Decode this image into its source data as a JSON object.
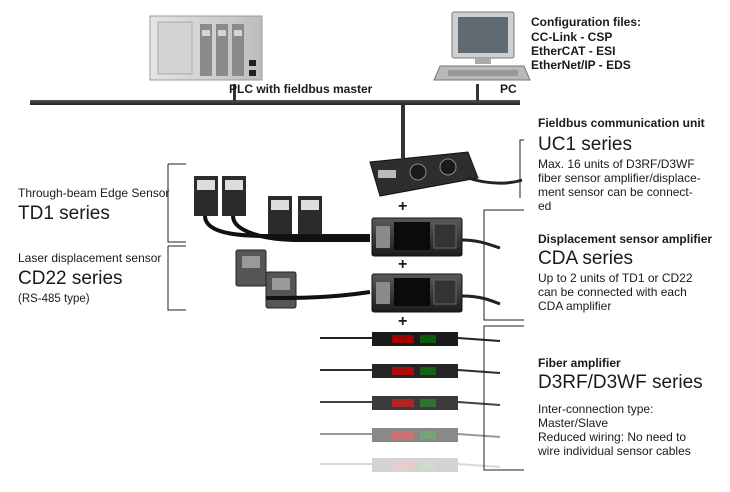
{
  "network": {
    "plc_label": "PLC with fieldbus master",
    "pc_label": "PC"
  },
  "config_files": {
    "title": "Configuration files:",
    "lines": [
      "CC-Link - CSP",
      "EtherCAT - ESI",
      "EtherNet/IP - EDS"
    ]
  },
  "uc1": {
    "caption": "Fieldbus communication unit",
    "title": "UC1 series",
    "desc": [
      "Max. 16 units of D3RF/D3WF",
      "fiber sensor amplifier/displace-",
      "ment sensor can be connect-",
      "ed"
    ]
  },
  "td1": {
    "caption": "Through-beam Edge Sensor",
    "title": "TD1 series"
  },
  "cd22": {
    "caption": "Laser displacement sensor",
    "title": "CD22 series",
    "note": "(RS-485 type)"
  },
  "cda": {
    "caption": "Displacement sensor amplifier",
    "title": "CDA series",
    "desc": [
      "Up to 2 units of TD1 or CD22",
      "can be connected with each",
      "CDA amplifier"
    ]
  },
  "fiber": {
    "caption": "Fiber amplifier",
    "title": "D3RF/D3WF series",
    "desc": [
      "Inter-connection type:",
      "Master/Slave",
      "Reduced wiring: No need to",
      "wire individual sensor cables"
    ]
  },
  "plus_symbol": "+"
}
